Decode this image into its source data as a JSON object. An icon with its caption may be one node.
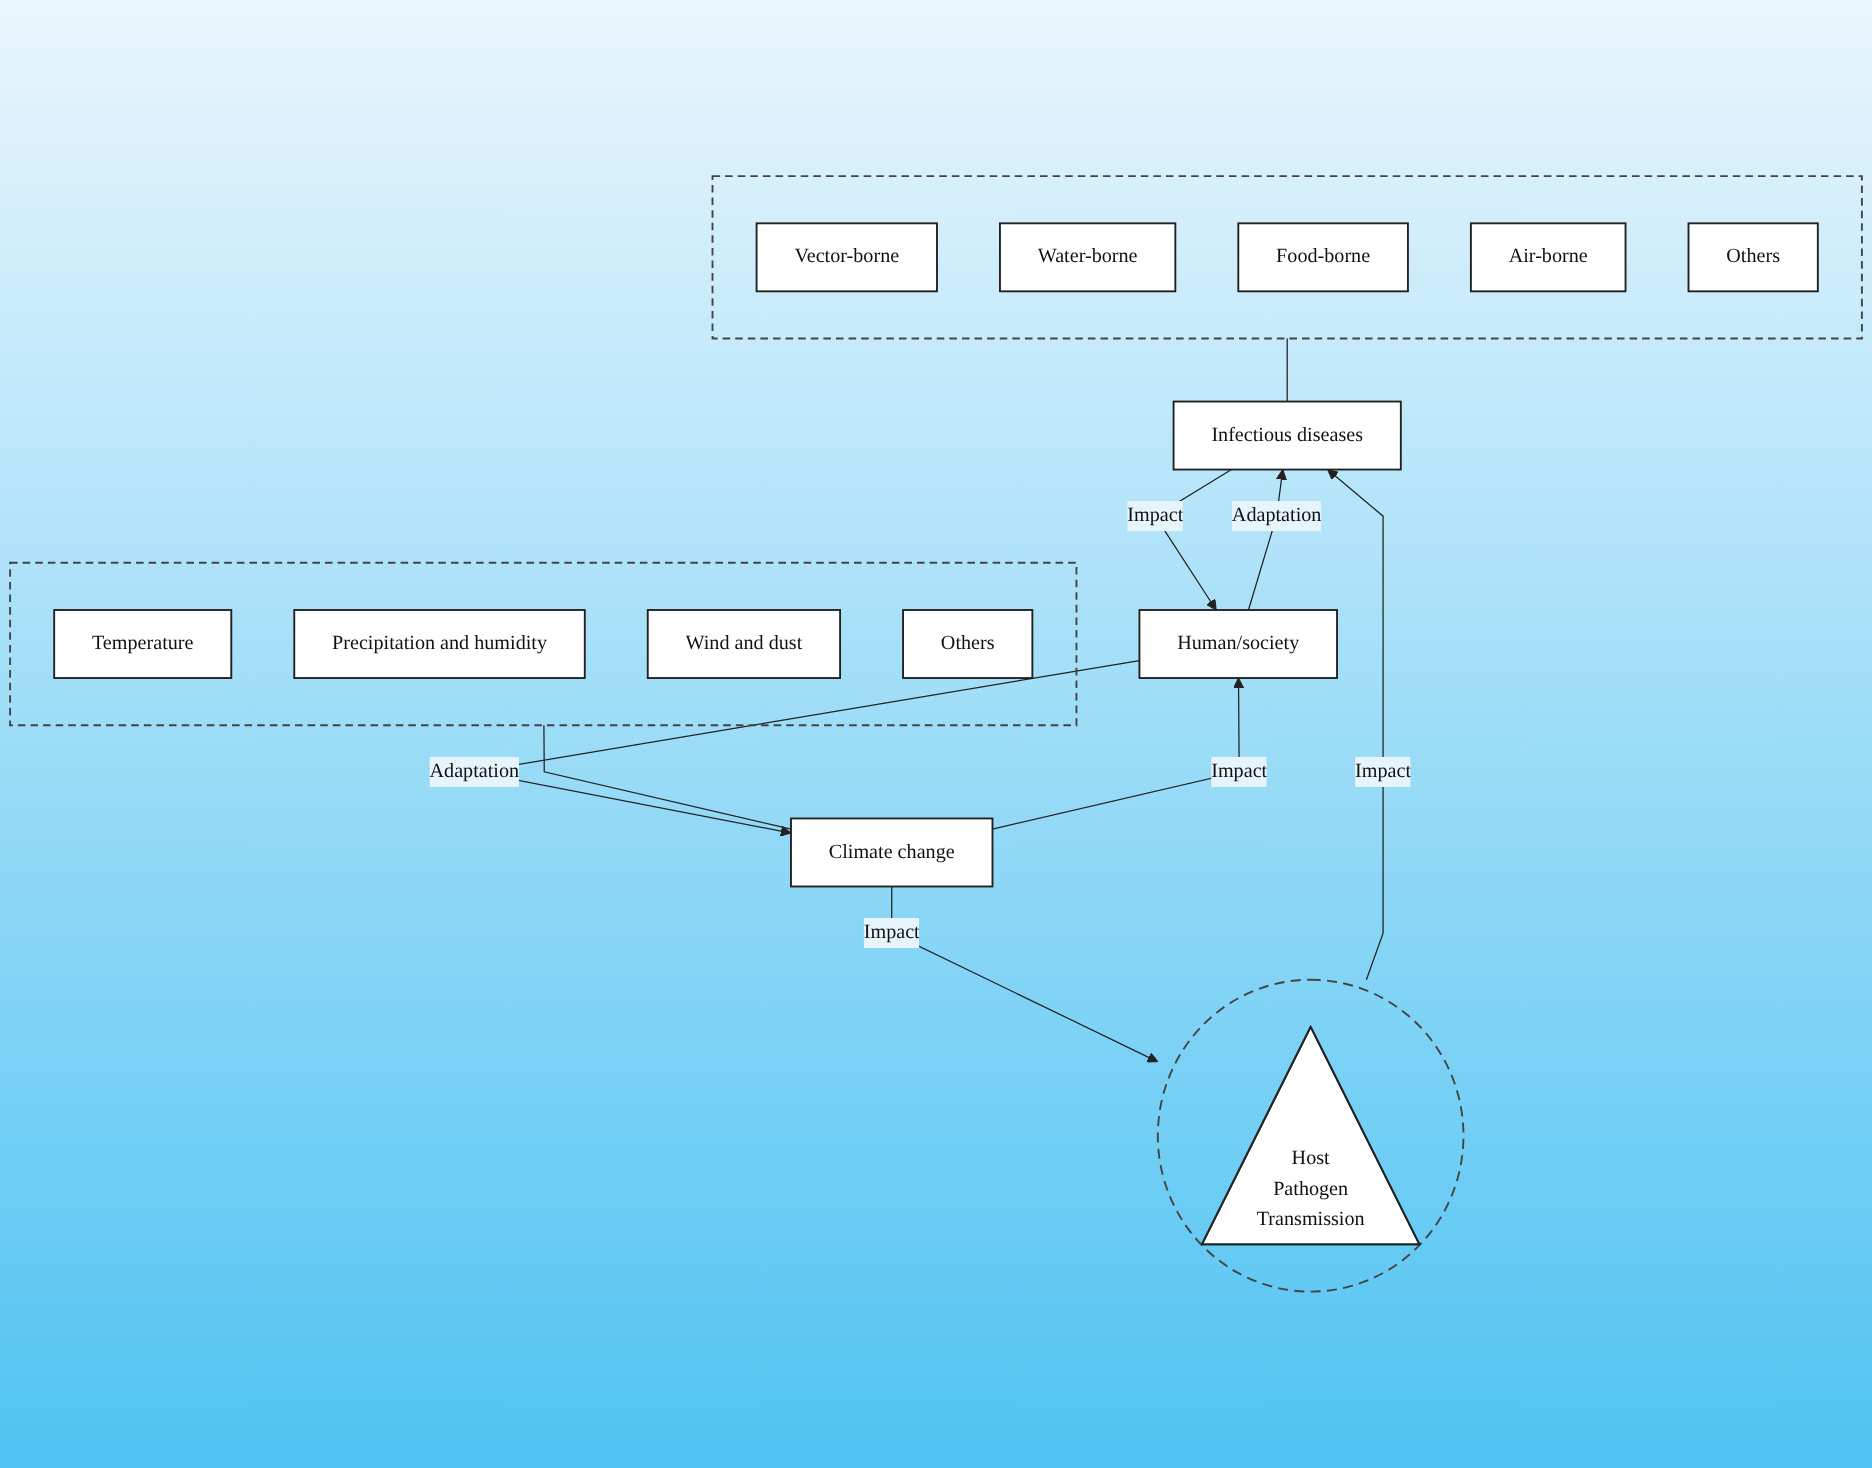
{
  "diagram": {
    "nodes": [
      {
        "text": [],
        "shape": "box"
      },
      {
        "text": [
          "Temperature"
        ],
        "in": 0
      },
      {
        "text": [
          "Precipitation and humidity"
        ],
        "in": 0
      },
      {
        "text": [
          "Wind and dust"
        ],
        "in": 0
      },
      {
        "text": [
          "Others"
        ],
        "in": 0
      },
      {
        "text": [
          "Climate change"
        ]
      },
      {
        "text": [],
        "shape": "ellipse"
      },
      {
        "text": [
          "Host",
          "Pathogen",
          "Transmission"
        ],
        "in": 6
      },
      {
        "text": [
          "Human/society"
        ]
      },
      {
        "text": [
          "Infectious diseases"
        ]
      },
      {
        "text": [],
        "shape": "box"
      },
      {
        "text": [
          "Vector-borne"
        ],
        "in": 10
      },
      {
        "text": [
          "Water-borne"
        ],
        "in": 10
      },
      {
        "text": [
          "Food-borne"
        ],
        "in": 10
      },
      {
        "text": [
          "Air-borne"
        ],
        "in": 10
      },
      {
        "text": [
          "Others"
        ],
        "in": 10
      }
    ],
    "edges": [
      {
        "from": 0,
        "to": 5,
        "arrow": "none"
      },
      {
        "from": 5,
        "to": 6,
        "label": "Impact",
        "arrow": "to"
      },
      {
        "from": 5,
        "to": 8,
        "label": "Impact",
        "arrow": "to"
      },
      {
        "from": 8,
        "to": 5,
        "label": "Adaptation",
        "arrow": "to"
      },
      {
        "from": 6,
        "to": 9,
        "label": "Impact",
        "arrow": "to"
      },
      {
        "from": 8,
        "to": 9,
        "label": "Adaptation",
        "arrow": "to"
      },
      {
        "from": 9,
        "to": 8,
        "label": "Impact",
        "arrow": "to"
      },
      {
        "from": 10,
        "to": 9,
        "arrow": "none"
      }
    ]
  }
}
